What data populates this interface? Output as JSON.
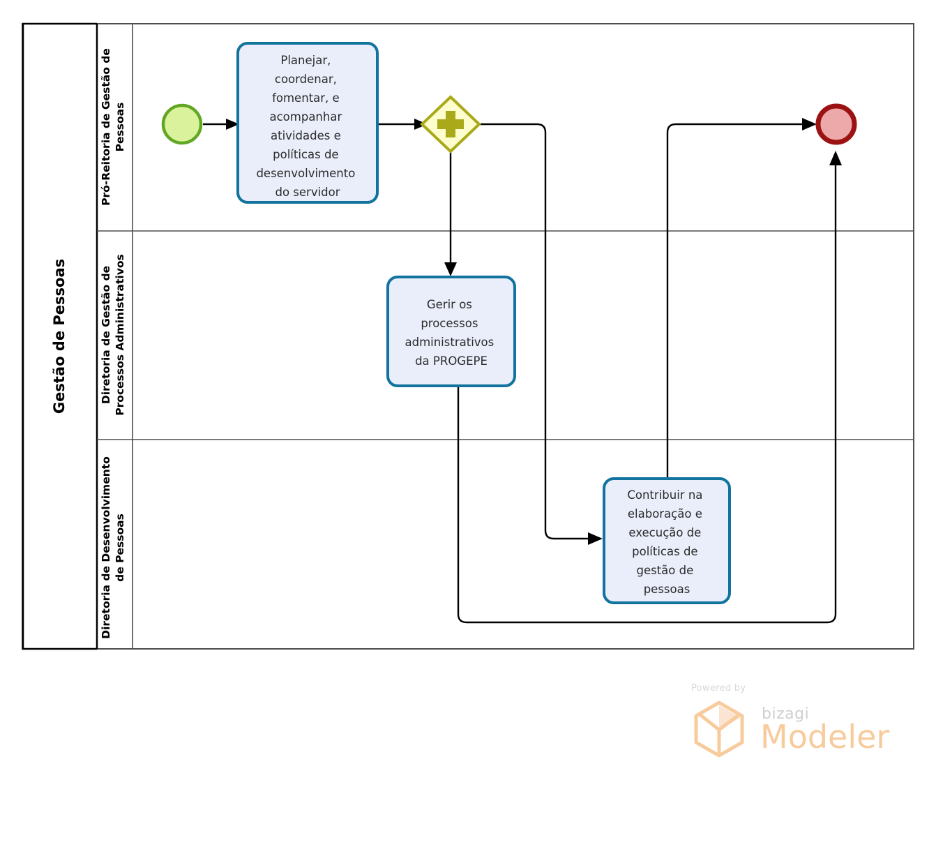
{
  "diagram": {
    "type": "bpmn-process-diagram",
    "tool": "Bizagi Modeler",
    "pool": {
      "label": "Gestão de Pessoas",
      "lanes": [
        {
          "id": "lane-1",
          "label": "Pró-Reitoria de Gestão de Pessoas"
        },
        {
          "id": "lane-2",
          "label": "Diretoria de Gestão de Processos Administrativos"
        },
        {
          "id": "lane-3",
          "label": "Diretoria de Desenvolvimento de Pessoas"
        }
      ]
    },
    "elements": {
      "start_event": {
        "name": "start-event",
        "label": "",
        "lane": "lane-1",
        "fill": "#d9f29b",
        "stroke": "#62a723"
      },
      "task_1": {
        "name": "task-planejar",
        "lane": "lane-1",
        "lines": [
          "Planejar,",
          "coordenar,",
          "fomentar, e",
          "acompanhar",
          "atividades e",
          "políticas de",
          "desenvolvimento",
          "do servidor"
        ]
      },
      "gateway_1": {
        "name": "parallel-gateway",
        "lane": "lane-1",
        "symbol": "+",
        "fill": "#fdfdcd",
        "stroke": "#a9a919"
      },
      "task_2": {
        "name": "task-gerir-processos",
        "lane": "lane-2",
        "lines": [
          "Gerir os",
          "processos",
          "administrativos",
          "da PROGEPE"
        ]
      },
      "task_3": {
        "name": "task-contribuir-politicas",
        "lane": "lane-3",
        "lines": [
          "Contribuir na",
          "elaboração e",
          "execução de",
          "políticas de",
          "gestão de",
          "pessoas"
        ]
      },
      "end_event": {
        "name": "end-event",
        "label": "",
        "lane": "lane-1",
        "fill": "#eda9a9",
        "stroke": "#9c1111"
      }
    },
    "colors": {
      "task_fill": "#eaeefb",
      "task_stroke": "#11739e",
      "gateway_fill": "#fdfdcd",
      "gateway_stroke": "#a9a919",
      "start_fill": "#d9f29b",
      "start_stroke": "#62a723",
      "end_fill": "#eda9a9",
      "end_stroke": "#9c1111",
      "lane_border": "#4d4d4d",
      "flow": "#000000"
    }
  },
  "watermark": {
    "powered_by": "Powered by",
    "brand": "bizagi",
    "product": "Modeler",
    "color": "#f7cb9c"
  }
}
